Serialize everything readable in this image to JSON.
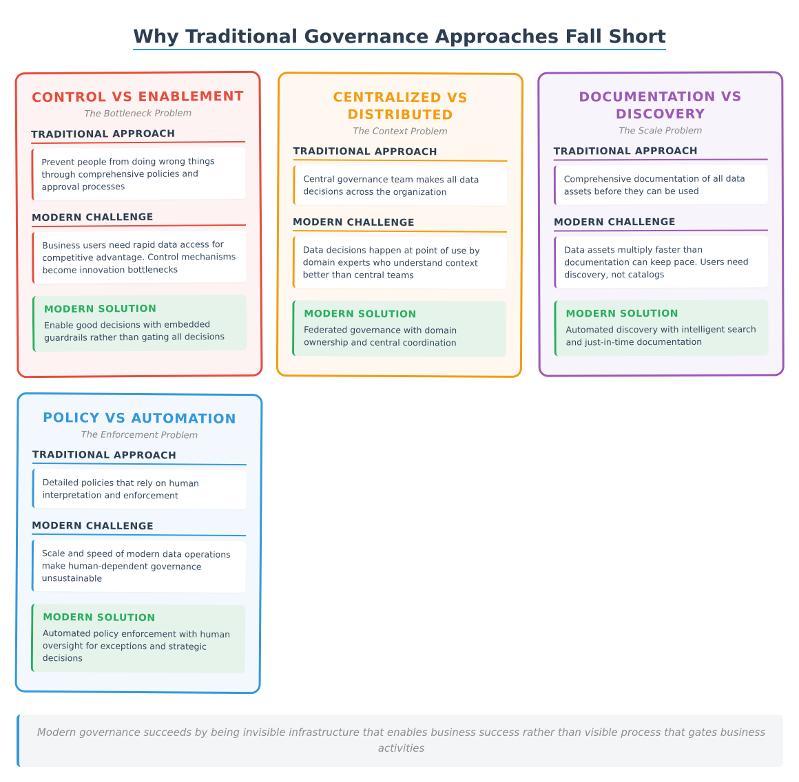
{
  "page": {
    "title": "Why Traditional Governance Approaches Fall Short"
  },
  "labels": {
    "traditional": "TRADITIONAL APPROACH",
    "challenge": "MODERN CHALLENGE",
    "solution": "MODERN SOLUTION"
  },
  "cards": [
    {
      "title": "CONTROL VS ENABLEMENT",
      "subtitle": "The Bottleneck Problem",
      "traditional": "Prevent people from doing wrong things through comprehensive policies and approval processes",
      "challenge": "Business users need rapid data access for competitive advantage. Control mechanisms become innovation bottlenecks",
      "solution": "Enable good decisions with embedded guardrails rather than gating all decisions",
      "accent": "#e74c3c"
    },
    {
      "title": "CENTRALIZED VS DISTRIBUTED",
      "subtitle": "The Context Problem",
      "traditional": "Central governance team makes all data decisions across the organization",
      "challenge": "Data decisions happen at point of use by domain experts who understand context better than central teams",
      "solution": "Federated governance with domain ownership and central coordination",
      "accent": "#f39c12"
    },
    {
      "title": "DOCUMENTATION VS DISCOVERY",
      "subtitle": "The Scale Problem",
      "traditional": "Comprehensive documentation of all data assets before they can be used",
      "challenge": "Data assets multiply faster than documentation can keep pace. Users need discovery, not catalogs",
      "solution": "Automated discovery with intelligent search and just-in-time documentation",
      "accent": "#9b59b6"
    },
    {
      "title": "POLICY VS AUTOMATION",
      "subtitle": "The Enforcement Problem",
      "traditional": "Detailed policies that rely on human interpretation and enforcement",
      "challenge": "Scale and speed of modern data operations make human-dependent governance unsustainable",
      "solution": "Automated policy enforcement with human oversight for exceptions and strategic decisions",
      "accent": "#3498db"
    }
  ],
  "footer": {
    "quote": "Modern governance succeeds by being invisible infrastructure that enables business success rather than visible process that gates business activities"
  },
  "colors": {
    "solution_green": "#27ae60",
    "title_text": "#2c3e50"
  }
}
